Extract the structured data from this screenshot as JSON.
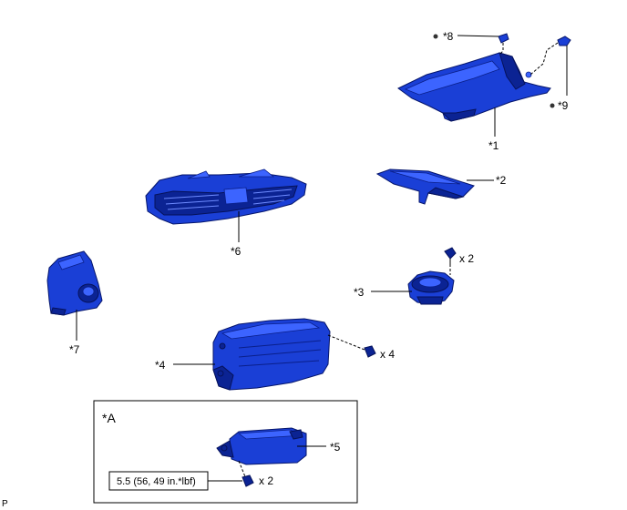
{
  "callouts": {
    "c1": "*1",
    "c2": "*2",
    "c3": "*3",
    "c4": "*4",
    "c5": "*5",
    "c6": "*6",
    "c7": "*7",
    "c8": "*8",
    "c9": "*9"
  },
  "quantities": {
    "screw_c3": "x 2",
    "screw_c4": "x 4",
    "screw_c5": "x 2"
  },
  "inset": {
    "title": "*A",
    "torque": "5.5 (56, 49 in.*lbf)"
  },
  "corner_mark": "P",
  "colors": {
    "part_fill": "#1a3fd6",
    "part_dark": "#0b2393",
    "part_highlight": "#3c64ff"
  }
}
